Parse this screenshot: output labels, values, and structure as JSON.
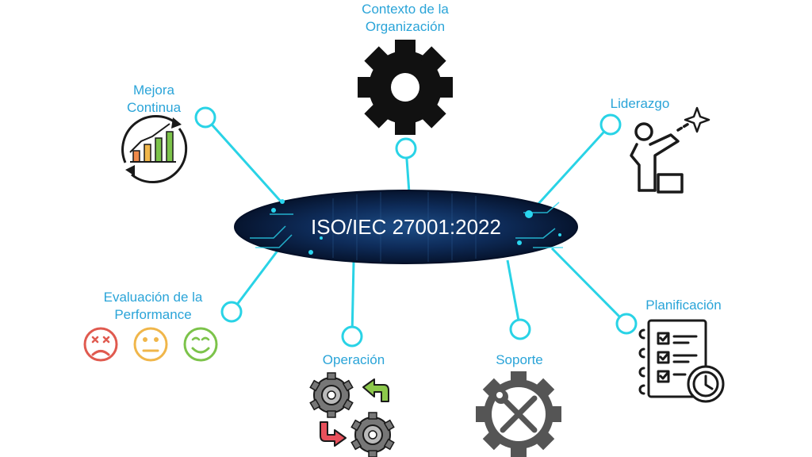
{
  "center": {
    "title": "ISO/IEC 27001:2022"
  },
  "nodes": [
    {
      "id": "contexto",
      "lines": [
        "Contexto de la",
        "Organización"
      ],
      "icon": "gear-icon"
    },
    {
      "id": "liderazgo",
      "lines": [
        "Liderazgo"
      ],
      "icon": "leader-pointing-icon"
    },
    {
      "id": "planificacion",
      "lines": [
        "Planificación"
      ],
      "icon": "checklist-clock-icon"
    },
    {
      "id": "soporte",
      "lines": [
        "Soporte"
      ],
      "icon": "wrench-screwdriver-gear-icon"
    },
    {
      "id": "operacion",
      "lines": [
        "Operación"
      ],
      "icon": "gears-cycle-icon"
    },
    {
      "id": "evaluacion",
      "lines": [
        "Evaluación de la",
        "Performance"
      ],
      "icon": "emoji-rating-icon"
    },
    {
      "id": "mejora",
      "lines": [
        "Mejora",
        "Continua"
      ],
      "icon": "growth-chart-cycle-icon"
    }
  ],
  "colors": {
    "accent": "#2aa4d8",
    "connector": "#29d3e6",
    "hub_dark": "#081a3a",
    "icon": "#1a1a1a",
    "sad": "#e05a4f",
    "neutral": "#f0b64a",
    "happy": "#7cc34a"
  }
}
